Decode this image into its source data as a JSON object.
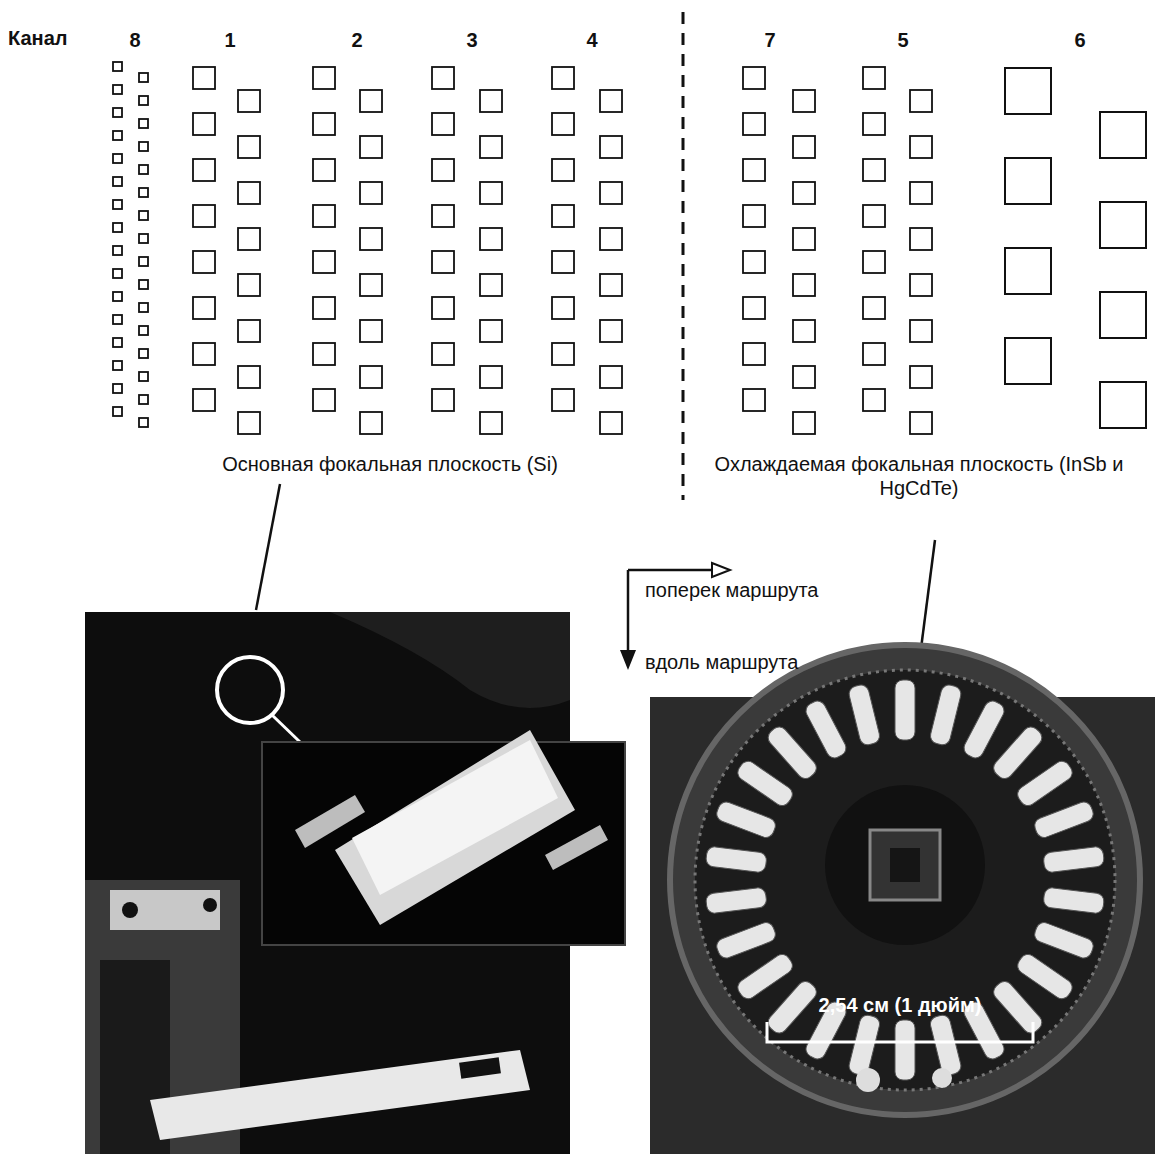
{
  "diagram": {
    "labels": [
      "Канал",
      "8",
      "1",
      "2",
      "3",
      "4",
      "7",
      "5",
      "6",
      "Основная фокальная плоскость (Si)",
      "Охлаждаемая фокальная плоскость (InSb и HgCdTe)",
      "поперек маршрута",
      "вдоль маршрута",
      "2,54 см (1 дюйм)"
    ]
  }
}
